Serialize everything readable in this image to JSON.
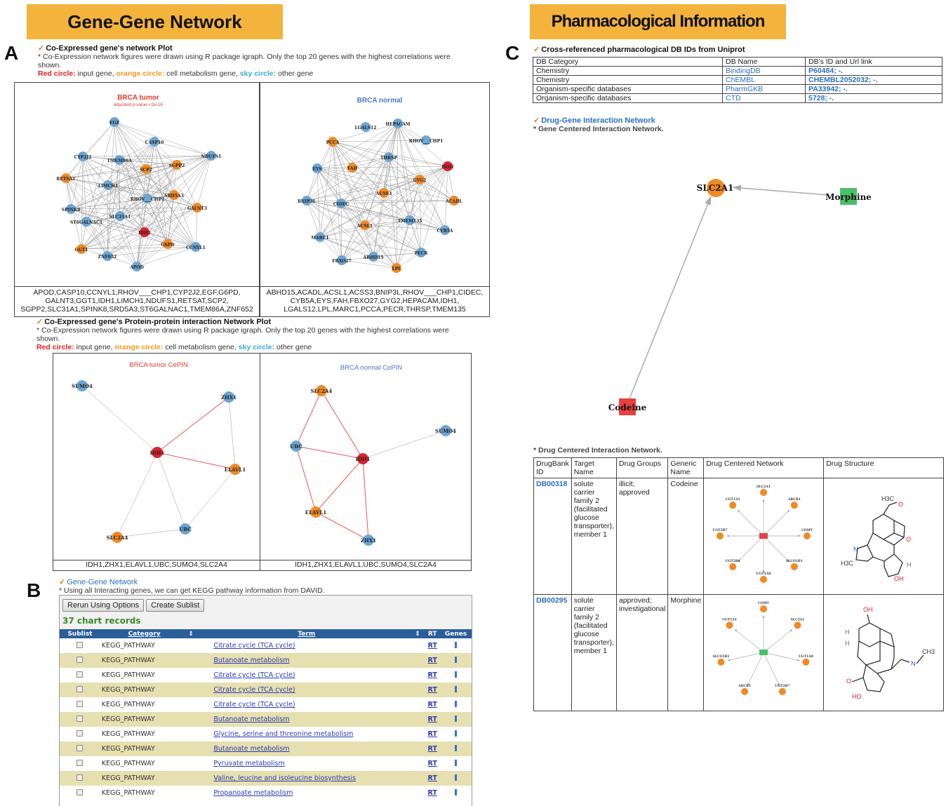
{
  "headers": {
    "left": "Gene-Gene Network",
    "right": "Pharmacological Information"
  },
  "panel_labels": {
    "a": "A",
    "b": "B",
    "c": "C"
  },
  "a": {
    "s1_title": "Co-Expressed gene's network Plot",
    "s1_desc": "* Co-Expression network figures were drawn using R package igraph. Only the top 20 genes with the highest correlations were shown.",
    "legend": {
      "red": "Red circle:",
      "red_text": " input gene, ",
      "orange": "orange circle:",
      "orange_text": " cell metabolism gene, ",
      "sky": "sky circle:",
      "sky_text": " other gene"
    },
    "tumor_title": "BRCA tumor",
    "tumor_sub": "adjusted p-value <2e-16",
    "normal_title": "BRCA normal",
    "tumor_genes": "APOD,CASP10,CCNYL1,RHOV___CHP1,CYP2J2,EGF,G6PD, GALNT3,GGT1,IDH1,LIMCH1,NDUFS1,RETSAT,SCP2, SGPP2,SLC31A1,SPINK8,SRD5A3,ST6GALNAC1,TMEM86A,ZNF652",
    "normal_genes": "ABHD15,ACADL,ACSL1,ACSS3,BNIP3L,RHOV___CHP1,CIDEC, CYB5A,EYS,FAH,FBXO27,GYG2,HEPACAM,IDH1, LGALS12,LPL,MARC1,PCCA,PECR,THRSP,TMEM135",
    "s2_title": "Co-Expressed gene's Protein-protein interaction Network Plot",
    "s2_desc": "* Co-Expression network figures were drawn using R package igraph. Only the top 20 genes with the highest correlations were shown.",
    "cepin_tumor_title": "BRCA tumor CePIN",
    "cepin_normal_title": "BRCA normal CePIN",
    "cepin_tumor_genes": "IDH1,ZHX1,ELAVL1,UBC,SUMO4,SLC2A4",
    "cepin_normal_genes": "IDH1,ZHX1,ELAVL1,UBC,SUMO4,SLC2A4"
  },
  "b": {
    "title": "Gene-Gene Network",
    "desc": "* Using all Interacting genes, we can get KEGG pathway information from DAVID.",
    "rerun": "Rerun Using Options",
    "sublist": "Create Sublist",
    "records": "37 chart records",
    "cols": {
      "sublist": "Sublist",
      "category": "Category",
      "term": "Term",
      "rt": "RT",
      "genes": "Genes"
    },
    "rows": [
      {
        "cat": "KEGG_PATHWAY",
        "term": "Citrate cycle (TCA cycle)",
        "rt": "RT"
      },
      {
        "cat": "KEGG_PATHWAY",
        "term": "Butanoate metabolism",
        "rt": "RT"
      },
      {
        "cat": "KEGG_PATHWAY",
        "term": "Citrate cycle (TCA cycle)",
        "rt": "RT"
      },
      {
        "cat": "KEGG_PATHWAY",
        "term": "Citrate cycle (TCA cycle)",
        "rt": "RT"
      },
      {
        "cat": "KEGG_PATHWAY",
        "term": "Citrate cycle (TCA cycle)",
        "rt": "RT"
      },
      {
        "cat": "KEGG_PATHWAY",
        "term": "Butanoate metabolism",
        "rt": "RT"
      },
      {
        "cat": "KEGG_PATHWAY",
        "term": "Glycine, serine and threonine metabolism",
        "rt": "RT"
      },
      {
        "cat": "KEGG_PATHWAY",
        "term": "Butanoate metabolism",
        "rt": "RT"
      },
      {
        "cat": "KEGG_PATHWAY",
        "term": "Pyruvate metabolism",
        "rt": "RT"
      },
      {
        "cat": "KEGG_PATHWAY",
        "term": "Valine, leucine and isoleucine biosynthesis",
        "rt": "RT"
      },
      {
        "cat": "KEGG_PATHWAY",
        "term": "Propanoate metabolism",
        "rt": "RT"
      }
    ]
  },
  "c": {
    "s1_title": "Cross-referenced pharmacological DB IDs from Uniprot",
    "db_head": [
      "DB Category",
      "DB Name",
      "DB's ID and Url link"
    ],
    "db_rows": [
      {
        "cat": "Chemistry",
        "name": "BindingDB",
        "id": "P60484; -."
      },
      {
        "cat": "Chemistry",
        "name": "ChEMBL",
        "id": "CHEMBL2052032; -."
      },
      {
        "cat": "Organism-specific databases",
        "name": "PharmGKB",
        "id": "PA33942; -."
      },
      {
        "cat": "Organism-specific databases",
        "name": "CTD",
        "id": "5728; -."
      }
    ],
    "s2_title": "Drug-Gene Interaction Network",
    "s2_desc": "* Gene Centered Interaction Network.",
    "net": {
      "gene": "SLC2A1",
      "drug1": "Morphine",
      "drug2": "Codeine"
    },
    "s3_desc": "* Drug Centered Interaction Network.",
    "drug_head": [
      "DrugBank ID",
      "Target Name",
      "Drug Groups",
      "Generic Name",
      "Drug Centered Network",
      "Drug Structure"
    ],
    "drugs": [
      {
        "id": "DB00318",
        "target": "solute carrier family 2 (facilitated glucose transporter), member 1",
        "groups": "illicit; approved",
        "name": "Codeine"
      },
      {
        "id": "DB00295",
        "target": "solute carrier family 2 (facilitated glucose transporter), member 1",
        "groups": "approved; investigational",
        "name": "Morphine"
      }
    ],
    "struct_labels": {
      "h3c_top": "H3C",
      "o": "O",
      "n": "N",
      "h3c": "H3C",
      "h": "H",
      "oh": "OH",
      "ch3": "CH3",
      "ho": "HO"
    }
  },
  "colors": {
    "banner": "#f3b33d",
    "red": "#e02020",
    "orange": "#f29a1f",
    "sky": "#6aa6d6",
    "green": "#4cbf6a"
  }
}
